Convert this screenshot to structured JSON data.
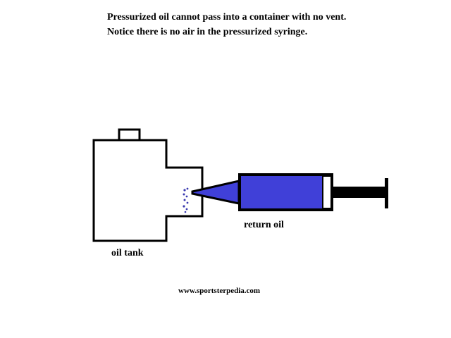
{
  "caption": {
    "line1": "Pressurized oil cannot pass into a container with no vent.",
    "line2": "Notice there is no air in the pressurized syringe."
  },
  "labels": {
    "tank": "oil tank",
    "return": "return oil",
    "website": "www.sportsterpedia.com"
  },
  "colors": {
    "outline": "#000000",
    "oil_fill": "#4040d8",
    "drops": "#3a3ab0",
    "background": "#ffffff"
  }
}
